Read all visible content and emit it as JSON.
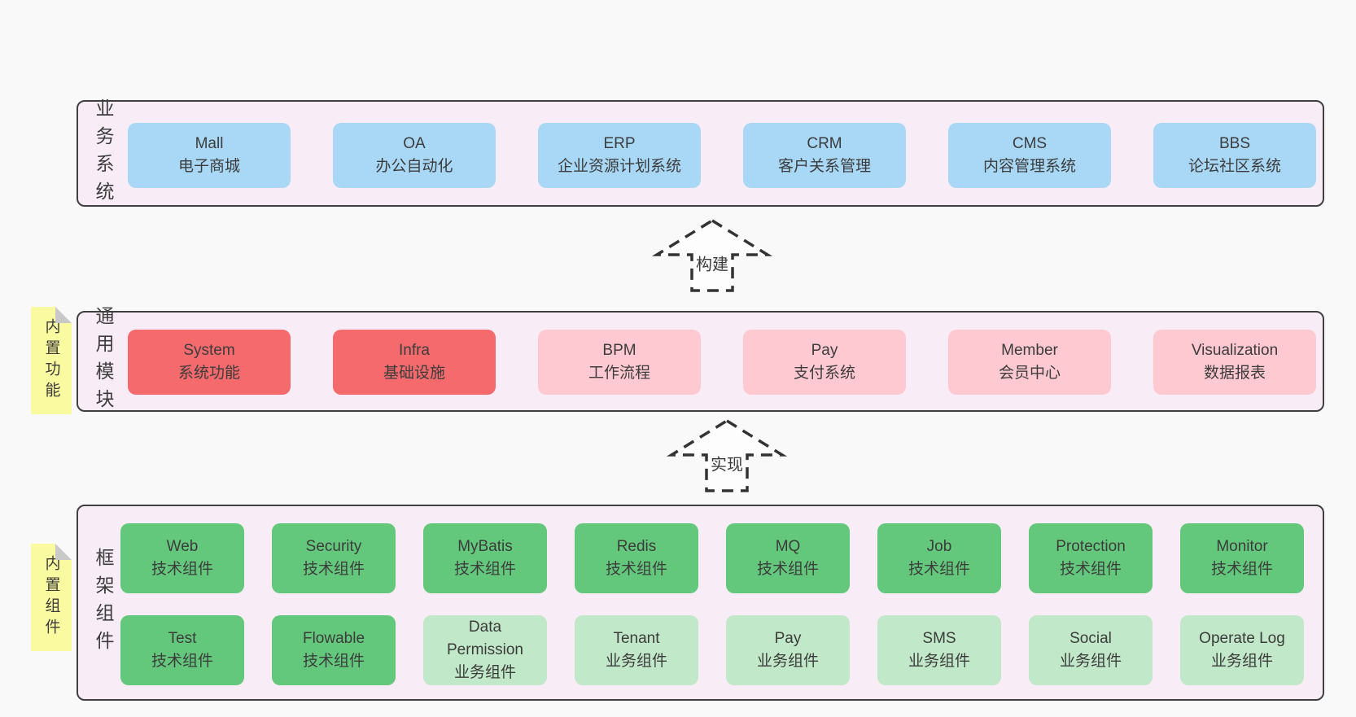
{
  "colors": {
    "bg": "#f9f9f9",
    "panel-bg": "#f8edf6",
    "panel-border": "#404040",
    "blue": "#a9d8f6",
    "red": "#f56a6d",
    "pink": "#ffc9d2",
    "green": "#64c87c",
    "green-light": "#c1e8c8",
    "note-bg": "#fafaa0",
    "note-fold": "#c9c9c9",
    "text": "#3c3c3c",
    "arrow-stroke": "#333333"
  },
  "arrows": [
    {
      "label": "构建"
    },
    {
      "label": "实现"
    }
  ],
  "layers": [
    {
      "id": "business-systems",
      "side_label": "业务系统",
      "rows": [
        {
          "boxes": [
            {
              "id": "mall",
              "variant": "blue",
              "lines": [
                "Mall",
                "电子商城"
              ]
            },
            {
              "id": "oa",
              "variant": "blue",
              "lines": [
                "OA",
                "办公自动化"
              ]
            },
            {
              "id": "erp",
              "variant": "blue",
              "lines": [
                "ERP",
                "企业资源计划系统"
              ]
            },
            {
              "id": "crm",
              "variant": "blue",
              "lines": [
                "CRM",
                "客户关系管理"
              ]
            },
            {
              "id": "cms",
              "variant": "blue",
              "lines": [
                "CMS",
                "内容管理系统"
              ]
            },
            {
              "id": "bbs",
              "variant": "blue",
              "lines": [
                "BBS",
                "论坛社区系统"
              ]
            }
          ]
        }
      ]
    },
    {
      "id": "common-modules",
      "side_label": "通用模块",
      "note": "内置功能",
      "rows": [
        {
          "boxes": [
            {
              "id": "system",
              "variant": "red",
              "lines": [
                "System",
                "系统功能"
              ]
            },
            {
              "id": "infra",
              "variant": "red",
              "lines": [
                "Infra",
                "基础设施"
              ]
            },
            {
              "id": "bpm",
              "variant": "pink",
              "lines": [
                "BPM",
                "工作流程"
              ]
            },
            {
              "id": "pay",
              "variant": "pink",
              "lines": [
                "Pay",
                "支付系统"
              ]
            },
            {
              "id": "member",
              "variant": "pink",
              "lines": [
                "Member",
                "会员中心"
              ]
            },
            {
              "id": "visualization",
              "variant": "pink",
              "lines": [
                "Visualization",
                "数据报表"
              ]
            }
          ]
        }
      ]
    },
    {
      "id": "framework-components",
      "side_label": "框架组件",
      "note": "内置组件",
      "rows": [
        {
          "boxes": [
            {
              "id": "web",
              "variant": "green",
              "lines": [
                "Web",
                "技术组件"
              ]
            },
            {
              "id": "security",
              "variant": "green",
              "lines": [
                "Security",
                "技术组件"
              ]
            },
            {
              "id": "mybatis",
              "variant": "green",
              "lines": [
                "MyBatis",
                "技术组件"
              ]
            },
            {
              "id": "redis",
              "variant": "green",
              "lines": [
                "Redis",
                "技术组件"
              ]
            },
            {
              "id": "mq",
              "variant": "green",
              "lines": [
                "MQ",
                "技术组件"
              ]
            },
            {
              "id": "job",
              "variant": "green",
              "lines": [
                "Job",
                "技术组件"
              ]
            },
            {
              "id": "protection",
              "variant": "green",
              "lines": [
                "Protection",
                "技术组件"
              ]
            },
            {
              "id": "monitor",
              "variant": "green",
              "lines": [
                "Monitor",
                "技术组件"
              ]
            }
          ]
        },
        {
          "boxes": [
            {
              "id": "test",
              "variant": "green",
              "lines": [
                "Test",
                "技术组件"
              ]
            },
            {
              "id": "flowable",
              "variant": "green",
              "lines": [
                "Flowable",
                "技术组件"
              ]
            },
            {
              "id": "data-permission",
              "variant": "green-light",
              "lines": [
                "Data",
                "Permission",
                "业务组件"
              ]
            },
            {
              "id": "tenant",
              "variant": "green-light",
              "lines": [
                "Tenant",
                "业务组件"
              ]
            },
            {
              "id": "pay-biz",
              "variant": "green-light",
              "lines": [
                "Pay",
                "业务组件"
              ]
            },
            {
              "id": "sms",
              "variant": "green-light",
              "lines": [
                "SMS",
                "业务组件"
              ]
            },
            {
              "id": "social",
              "variant": "green-light",
              "lines": [
                "Social",
                "业务组件"
              ]
            },
            {
              "id": "operate-log",
              "variant": "green-light",
              "lines": [
                "Operate Log",
                "业务组件"
              ]
            }
          ]
        }
      ]
    }
  ]
}
